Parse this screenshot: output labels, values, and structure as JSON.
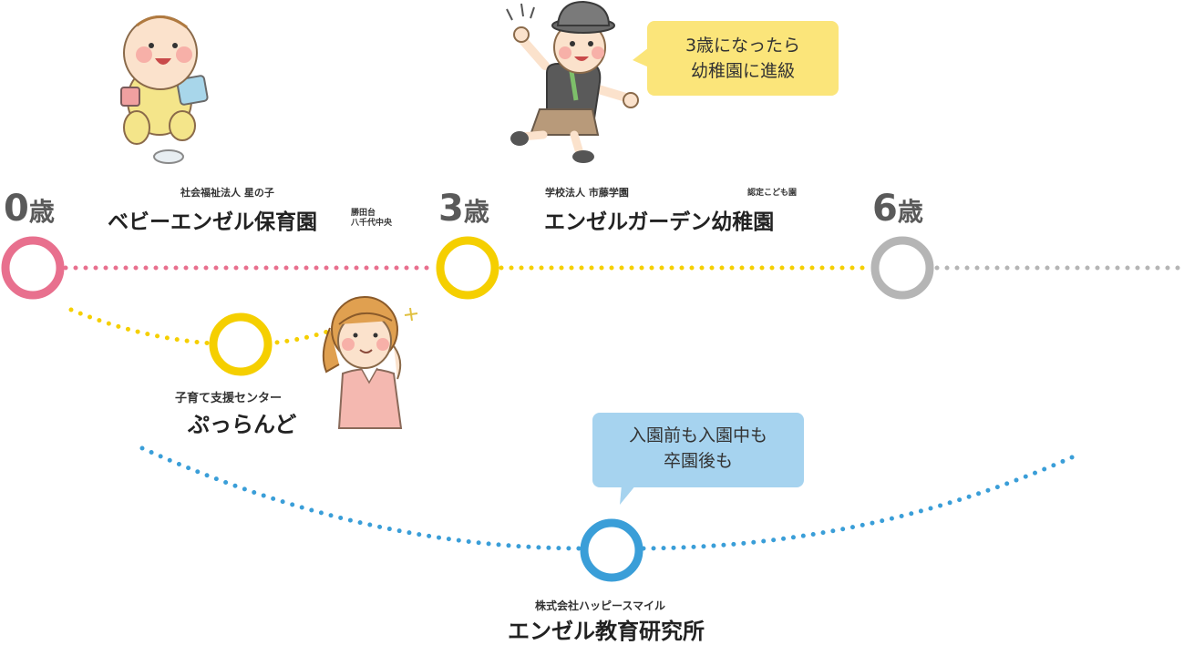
{
  "ages": {
    "zero": {
      "num": "0",
      "unit": "歳"
    },
    "three": {
      "num": "3",
      "unit": "歳"
    },
    "six": {
      "num": "6",
      "unit": "歳"
    }
  },
  "nursery": {
    "org": "社会福祉法人 星の子",
    "name": "ベビーエンゼル保育園",
    "branch_line1": "勝田台",
    "branch_line2": "八千代中央"
  },
  "kindergarten": {
    "org": "学校法人 市藤学園",
    "tag": "認定こども園",
    "name": "エンゼルガーデン幼稚園"
  },
  "support": {
    "org": "子育て支援センター",
    "name": "ぷっらんど"
  },
  "education": {
    "org": "株式会社ハッピースマイル",
    "name": "エンゼル教育研究所"
  },
  "bubbles": {
    "kinder_line1": "3歳になったら",
    "kinder_line2": "幼稚園に進級",
    "edu_line1": "入園前も入園中も",
    "edu_line2": "卒園後も"
  },
  "colors": {
    "pink": "#e8708e",
    "yellow": "#f5cf00",
    "gray": "#b5b5b5",
    "blue": "#3a9ed8",
    "bubble_yellow": "#fbe57a",
    "bubble_blue": "#a6d3ef"
  }
}
